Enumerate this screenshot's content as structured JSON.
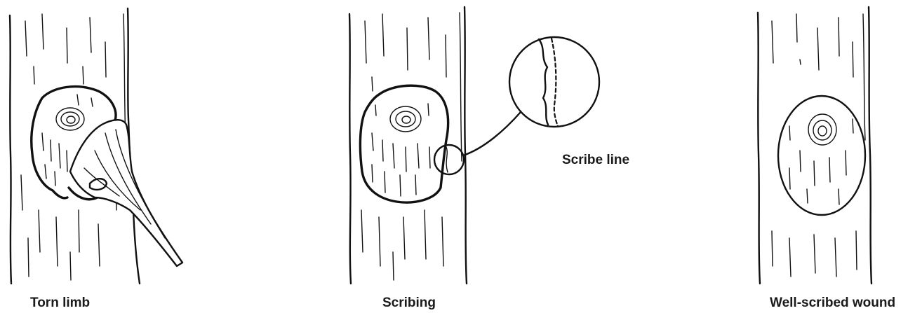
{
  "panels": [
    {
      "caption": "Torn limb"
    },
    {
      "caption": "Scribing",
      "callout": "Scribe line"
    },
    {
      "caption": "Well-scribed wound"
    }
  ]
}
